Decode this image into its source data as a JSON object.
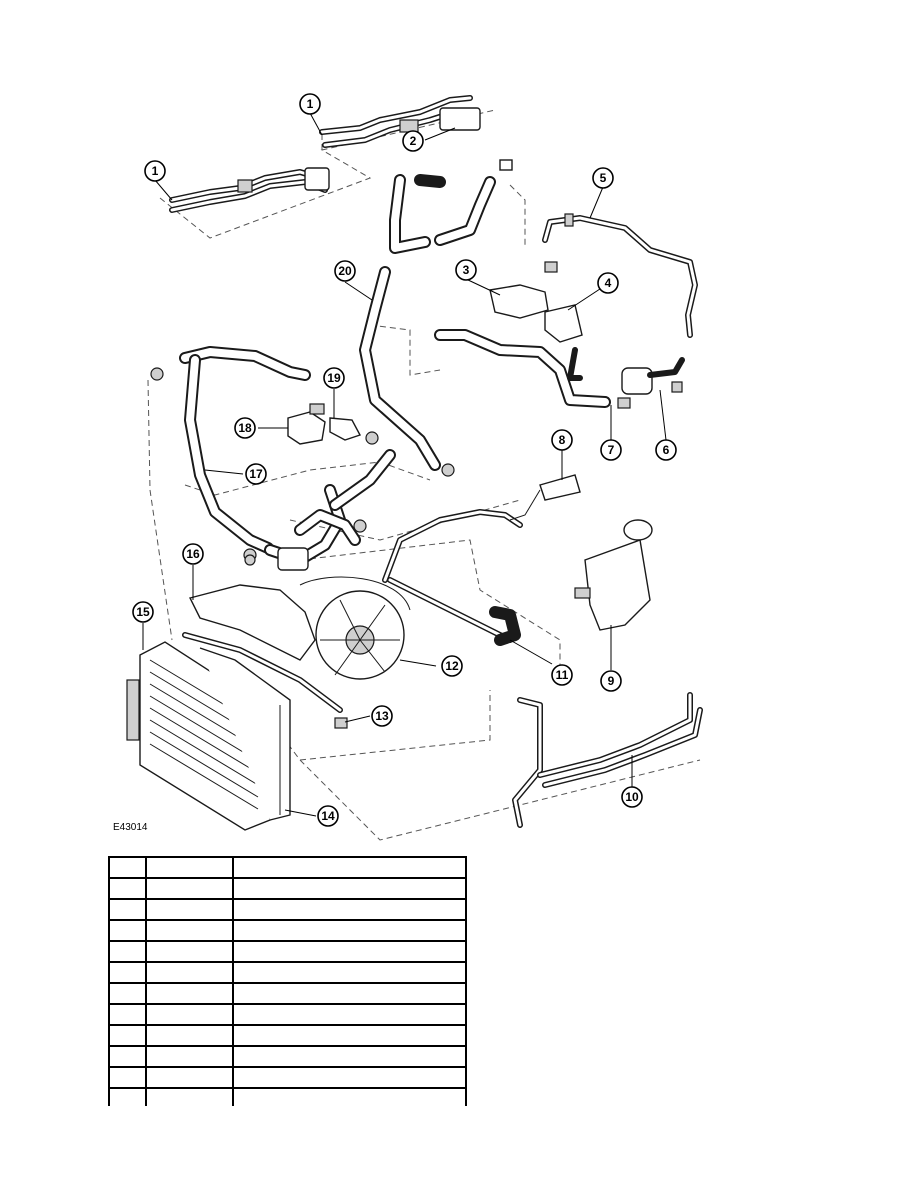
{
  "figure": {
    "code": "E43014",
    "callouts": [
      "1",
      "1",
      "2",
      "3",
      "4",
      "5",
      "6",
      "7",
      "8",
      "9",
      "10",
      "11",
      "12",
      "13",
      "14",
      "15",
      "16",
      "17",
      "18",
      "19",
      "20"
    ]
  },
  "parts_table": {
    "rows": [
      [
        "",
        "",
        ""
      ],
      [
        "",
        "",
        ""
      ],
      [
        "",
        "",
        ""
      ],
      [
        "",
        "",
        ""
      ],
      [
        "",
        "",
        ""
      ],
      [
        "",
        "",
        ""
      ],
      [
        "",
        "",
        ""
      ],
      [
        "",
        "",
        ""
      ],
      [
        "",
        "",
        ""
      ],
      [
        "",
        "",
        ""
      ],
      [
        "",
        "",
        ""
      ],
      [
        "",
        "",
        ""
      ]
    ]
  }
}
